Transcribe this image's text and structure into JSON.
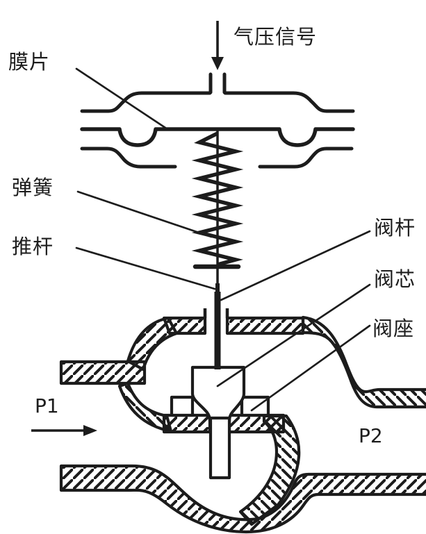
{
  "diagram": {
    "labels": {
      "air_signal": "气压信号",
      "diaphragm": "膜片",
      "spring": "弹簧",
      "push_rod": "推杆",
      "valve_stem": "阀杆",
      "valve_plug": "阀芯",
      "valve_seat": "阀座",
      "inlet_pressure": "P1",
      "outlet_pressure": "P2"
    },
    "colors": {
      "ink": "#1c1c1c",
      "background": "#ffffff"
    }
  }
}
